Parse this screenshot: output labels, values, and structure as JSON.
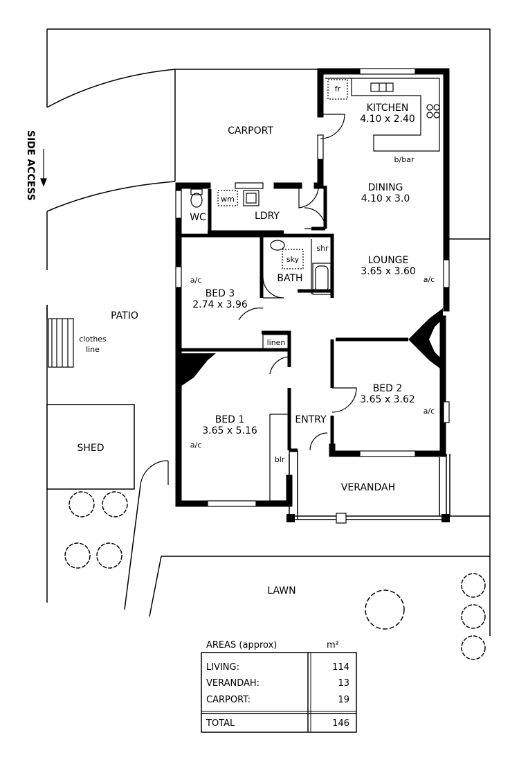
{
  "site": {
    "side_access": "SIDE ACCESS",
    "carport": "CARPORT",
    "patio": "PATIO",
    "clothes_line": [
      "clothes",
      "line"
    ],
    "shed": "SHED",
    "lawn": "LAWN",
    "verandah": "VERANDAH",
    "entry": "ENTRY"
  },
  "rooms": {
    "kitchen": {
      "name": "KITCHEN",
      "size": "4.10 x 2.40"
    },
    "dining": {
      "name": "DINING",
      "size": "4.10 x 3.0"
    },
    "lounge": {
      "name": "LOUNGE",
      "size": "3.65 x 3.60"
    },
    "bed1": {
      "name": "BED 1",
      "size": "3.65 x 5.16"
    },
    "bed2": {
      "name": "BED 2",
      "size": "3.65 x 3.62"
    },
    "bed3": {
      "name": "BED 3",
      "size": "2.74 x 3.96"
    },
    "laundry": "LDRY",
    "wc": "WC",
    "bath": "BATH"
  },
  "fixtures": {
    "fridge": "fr",
    "washing_machine": "wm",
    "breakfast_bar": "b/bar",
    "shower": "shr",
    "skylight": "sky",
    "linen": "linen",
    "built_in_robe": "blr",
    "air_con": "a/c"
  },
  "areas_table": {
    "heading": "AREAS (approx)",
    "unit": "m²",
    "rows": [
      {
        "label": "LIVING:",
        "value": "114"
      },
      {
        "label": "VERANDAH:",
        "value": "13"
      },
      {
        "label": "CARPORT:",
        "value": "19"
      }
    ],
    "total": {
      "label": "TOTAL",
      "value": "146"
    }
  }
}
